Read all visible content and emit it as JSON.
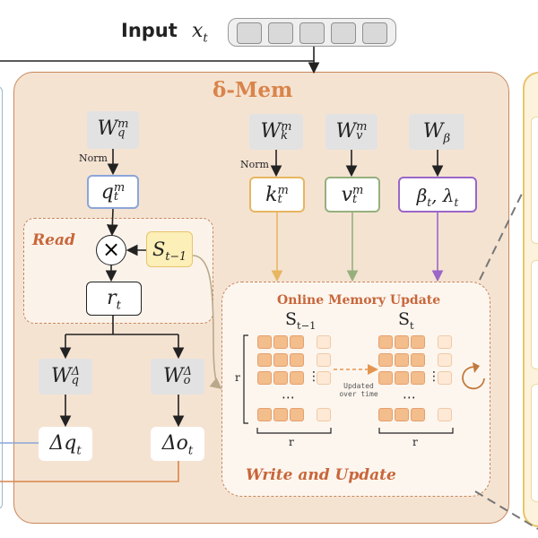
{
  "input": {
    "label": "Input",
    "symbol": "x",
    "sub": "t"
  },
  "module": {
    "title": "δ-Mem"
  },
  "weights": {
    "wq": {
      "base": "W",
      "sup": "m",
      "sub": "q"
    },
    "wk": {
      "base": "W",
      "sup": "m",
      "sub": "k"
    },
    "wv": {
      "base": "W",
      "sup": "m",
      "sub": "v"
    },
    "wb": {
      "base": "W",
      "sub": "β"
    }
  },
  "norm_label": "Norm",
  "vectors": {
    "q": {
      "base": "q",
      "sup": "m",
      "sub": "t"
    },
    "k": {
      "base": "k",
      "sup": "m",
      "sub": "t"
    },
    "v": {
      "base": "v",
      "sup": "m",
      "sub": "t"
    },
    "beta": {
      "text": "β",
      "sub1": "t",
      "comma": ", λ",
      "sub2": "t"
    }
  },
  "read": {
    "title": "Read",
    "multiply": "×",
    "state": {
      "base": "S",
      "sub": "t−1"
    },
    "r": {
      "base": "r",
      "sub": "t"
    }
  },
  "deltas": {
    "wq": {
      "base": "W",
      "sup": "Δ",
      "sub": "q"
    },
    "wo": {
      "base": "W",
      "sup": "Δ",
      "sub": "o"
    },
    "dq": {
      "base": "Δq",
      "sub": "t"
    },
    "do": {
      "base": "Δo",
      "sub": "t"
    }
  },
  "update": {
    "title": "Online Memory Update",
    "prev": {
      "base": "S",
      "sub": "t−1"
    },
    "curr": {
      "base": "S",
      "sub": "t"
    },
    "arrow_label_1": "Updated",
    "arrow_label_2": "over time",
    "dim_label": "r",
    "dots": "⋯",
    "vdots": "⋮",
    "footer": "Write and Update"
  },
  "colors": {
    "panel_bg": "#f5e3d2",
    "panel_border": "#c8875b",
    "q_border": "#8aa6d8",
    "k_border": "#e7b661",
    "v_border": "#96b07d",
    "beta_border": "#9a66c8",
    "state_bg": "#fcefb8",
    "title": "#d9844a",
    "read_title": "#c8663a"
  }
}
